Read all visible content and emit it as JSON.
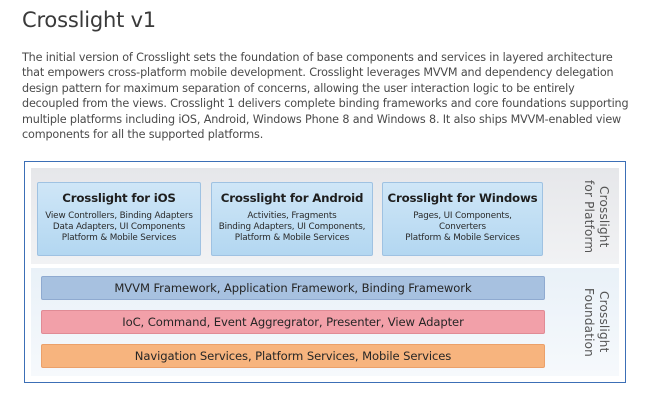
{
  "title": "Crosslight v1",
  "description": "The initial version of Crosslight sets the foundation of base components and services in layered architecture that empowers cross-platform mobile development. Crosslight leverages MVVM and dependency delegation design pattern for maximum separation of concerns, allowing the user interaction logic to be entirely decoupled from the views. Crosslight 1 delivers complete binding frameworks and core foundations supporting multiple platforms including iOS, Android, Windows Phone 8 and Windows 8. It also ships MVVM-enabled view components for all the supported platforms.",
  "platform_layer": {
    "label": [
      "Crosslight",
      "for Platform"
    ],
    "color": "#b8d9f2",
    "cards": [
      {
        "title": "Crosslight for iOS",
        "lines": [
          "View Controllers, Binding Adapters",
          "Data Adapters, UI Components",
          "Platform & Mobile Services"
        ]
      },
      {
        "title": "Crosslight for Android",
        "lines": [
          "Activities, Fragments",
          "Binding Adapters, UI Components,",
          "Platform & Mobile Services"
        ]
      },
      {
        "title": "Crosslight for Windows",
        "lines": [
          "Pages, UI Components,",
          "Converters",
          "Platform & Mobile Services"
        ]
      }
    ]
  },
  "foundation_layer": {
    "label": [
      "Crosslight",
      "Foundation"
    ],
    "bars": [
      {
        "text": "MVVM Framework, Application Framework, Binding Framework",
        "color": "#a7c1e0",
        "border": "#8faad0"
      },
      {
        "text": "IoC, Command, Event Aggregrator, Presenter, View Adapter",
        "color": "#f2a0a9",
        "border": "#e08b95"
      },
      {
        "text": "Navigation Services, Platform Services, Mobile Services",
        "color": "#f7b47e",
        "border": "#eba06a"
      }
    ]
  },
  "frame_color": "#3c6fb6"
}
